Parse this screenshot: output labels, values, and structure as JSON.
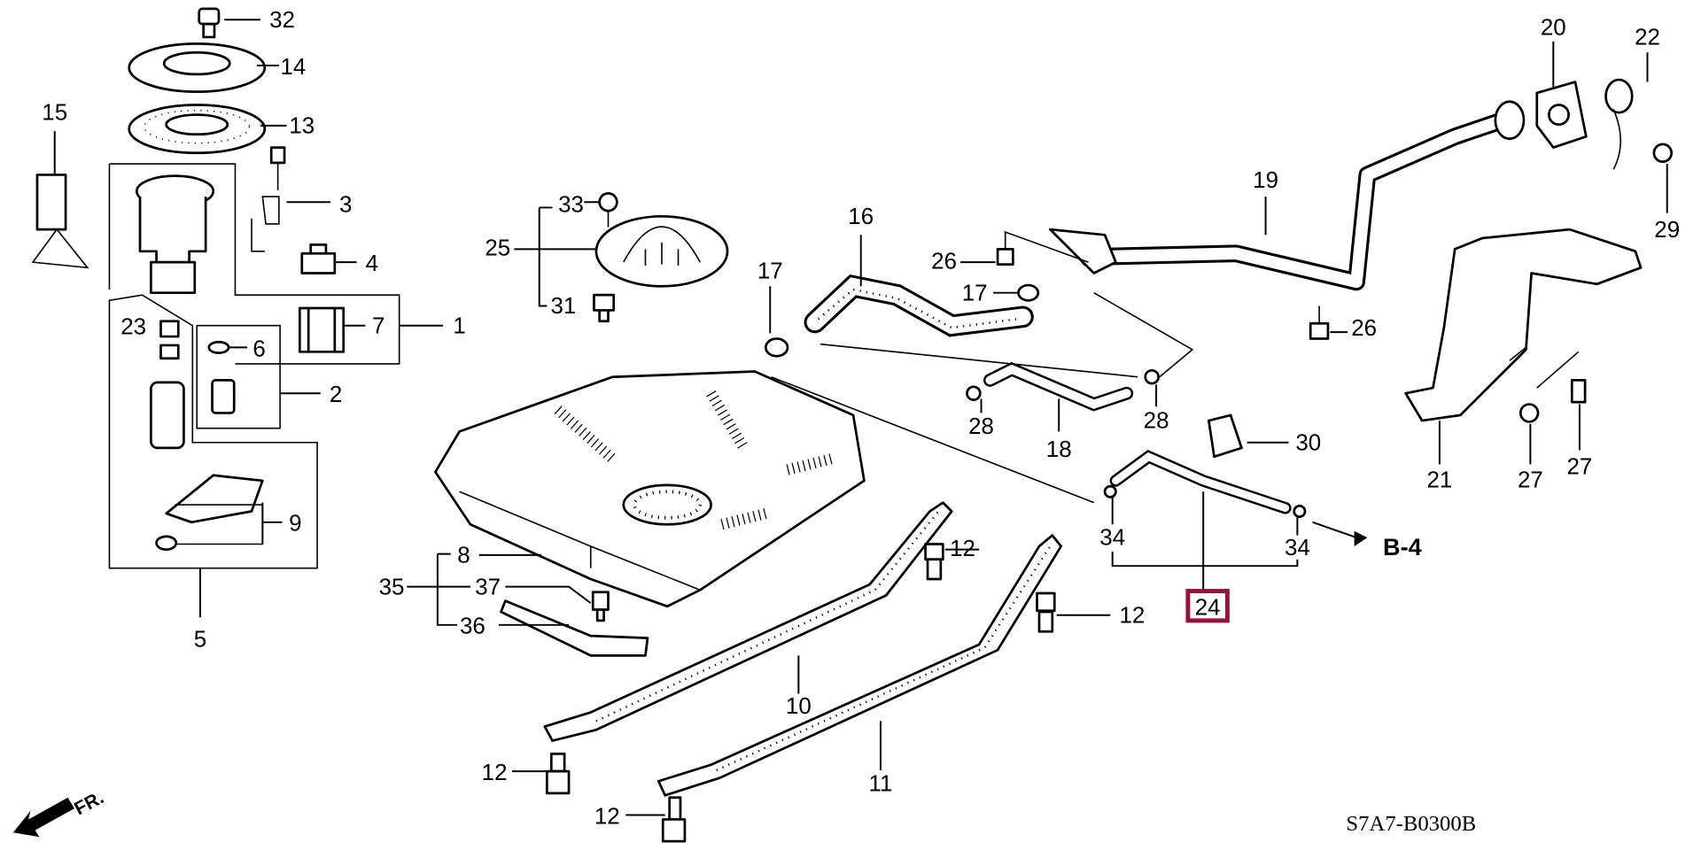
{
  "diagram": {
    "code": "S7A7-B0300B",
    "direction_label": "FR.",
    "reference": "B-4",
    "highlight_color": "#9b0f3a",
    "highlighted_part": "24",
    "callouts": {
      "p1": "1",
      "p2": "2",
      "p3": "3",
      "p4": "4",
      "p5": "5",
      "p6": "6",
      "p7": "7",
      "p8": "8",
      "p9": "9",
      "p10": "10",
      "p11": "11",
      "p12a": "12",
      "p12b": "12",
      "p12c": "12",
      "p12d": "12",
      "p13": "13",
      "p14": "14",
      "p15": "15",
      "p16": "16",
      "p17a": "17",
      "p17b": "17",
      "p18": "18",
      "p19": "19",
      "p20": "20",
      "p21": "21",
      "p22": "22",
      "p23": "23",
      "p24": "24",
      "p25": "25",
      "p26a": "26",
      "p26b": "26",
      "p27a": "27",
      "p27b": "27",
      "p28a": "28",
      "p28b": "28",
      "p29": "29",
      "p30": "30",
      "p31": "31",
      "p32": "32",
      "p33": "33",
      "p34a": "34",
      "p34b": "34",
      "p35": "35",
      "p36": "36",
      "p37": "37"
    }
  }
}
